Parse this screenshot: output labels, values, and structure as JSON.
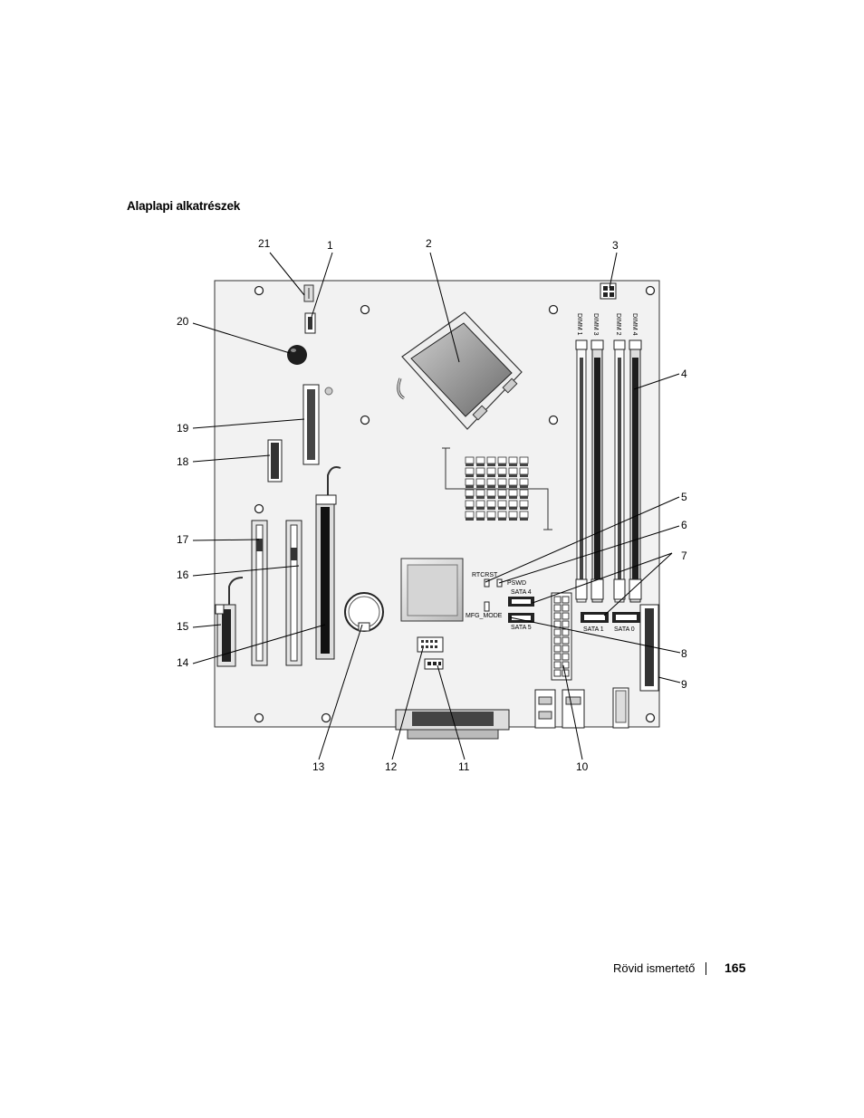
{
  "section_title": "Alaplapi alkatrészek",
  "callouts": {
    "c1": "1",
    "c2": "2",
    "c3": "3",
    "c4": "4",
    "c5": "5",
    "c6": "6",
    "c7": "7",
    "c8": "8",
    "c9": "9",
    "c10": "10",
    "c11": "11",
    "c12": "12",
    "c13": "13",
    "c14": "14",
    "c15": "15",
    "c16": "16",
    "c17": "17",
    "c18": "18",
    "c19": "19",
    "c20": "20",
    "c21": "21"
  },
  "board_labels": {
    "dimm1": "DIMM 1",
    "dimm3": "DIMM 3",
    "dimm2": "DIMM 2",
    "dimm4": "DIMM 4",
    "rtcrst": "RTCRST",
    "pswd": "PSWD",
    "sata4": "SATA 4",
    "sata5": "SATA 5",
    "mfg_mode": "MFG_MODE",
    "sata1": "SATA 1",
    "sata0": "SATA 0"
  },
  "footer": {
    "doc_title": "Rövid ismertető",
    "page_number": "165"
  }
}
